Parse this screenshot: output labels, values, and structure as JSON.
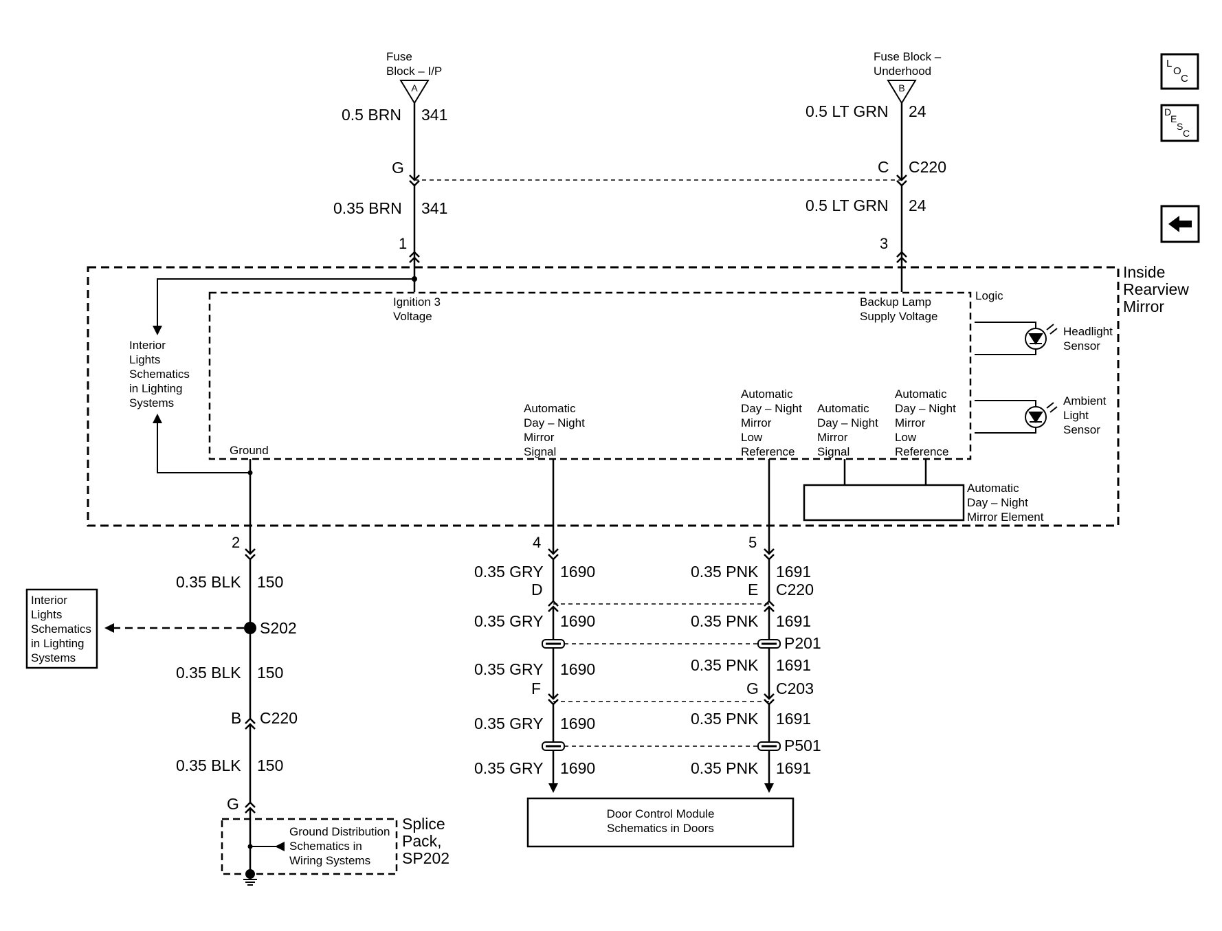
{
  "nav": {
    "loc": {
      "l": "L",
      "o": "O",
      "c": "C"
    },
    "desc": {
      "d": "D",
      "e": "E",
      "s": "S",
      "c": "C"
    }
  },
  "sources": {
    "fuse_ip": {
      "line1": "Fuse",
      "line2": "Block – I/P",
      "tag": "A"
    },
    "fuse_uh": {
      "line1": "Fuse Block –",
      "line2": "Underhood",
      "tag": "B"
    }
  },
  "wires": {
    "w1_color": "0.5 BRN",
    "w1_circuit": "341",
    "w2_color": "0.35 BRN",
    "w2_circuit": "341",
    "w3_color": "0.5 LT GRN",
    "w3_circuit": "24",
    "w4_color": "0.5 LT GRN",
    "w4_circuit": "24",
    "blk1_color": "0.35 BLK",
    "blk1_circuit": "150",
    "blk2_color": "0.35 BLK",
    "blk2_circuit": "150",
    "blk3_color": "0.35 BLK",
    "blk3_circuit": "150",
    "gry1_color": "0.35 GRY",
    "gry1_circuit": "1690",
    "gry2_color": "0.35 GRY",
    "gry2_circuit": "1690",
    "gry3_color": "0.35 GRY",
    "gry3_circuit": "1690",
    "gry4_color": "0.35 GRY",
    "gry4_circuit": "1690",
    "gry5_color": "0.35 GRY",
    "gry5_circuit": "1690",
    "pnk1_color": "0.35 PNK",
    "pnk1_circuit": "1691",
    "pnk2_color": "0.35 PNK",
    "pnk2_circuit": "1691",
    "pnk3_color": "0.35 PNK",
    "pnk3_circuit": "1691",
    "pnk4_color": "0.35 PNK",
    "pnk4_circuit": "1691",
    "pnk5_color": "0.35 PNK",
    "pnk5_circuit": "1691"
  },
  "connectors": {
    "top_left_pin": "G",
    "top_right_pin": "C",
    "top_name": "C220",
    "mirror_pin_1": "1",
    "mirror_pin_3": "3",
    "mirror_pin_2": "2",
    "mirror_pin_4": "4",
    "mirror_pin_5": "5",
    "c220_d": "D",
    "c220_e": "E",
    "c220_name": "C220",
    "p201": "P201",
    "c203_f": "F",
    "c203_g": "G",
    "c203_name": "C203",
    "p501": "P501",
    "s202": "S202",
    "c220b_pin": "B",
    "c220b_name": "C220",
    "sp_pin": "G"
  },
  "mirror": {
    "title": [
      "Inside",
      "Rearview",
      "Mirror"
    ],
    "logic": "Logic",
    "ignition": [
      "Ignition 3",
      "Voltage"
    ],
    "backup": [
      "Backup Lamp",
      "Supply Voltage"
    ],
    "headlight": [
      "Headlight",
      "Sensor"
    ],
    "ambient": [
      "Ambient",
      "Light",
      "Sensor"
    ],
    "ground": "Ground",
    "signal": [
      "Automatic",
      "Day – Night",
      "Mirror",
      "Signal"
    ],
    "lowref": [
      "Automatic",
      "Day – Night",
      "Mirror",
      "Low",
      "Reference"
    ],
    "signal2": [
      "Automatic",
      "Day – Night",
      "Mirror",
      "Signal"
    ],
    "lowref2": [
      "Automatic",
      "Day – Night",
      "Mirror",
      "Low",
      "Reference"
    ],
    "element": [
      "Automatic",
      "Day – Night",
      "Mirror Element"
    ]
  },
  "refs": {
    "interior_top": [
      "Interior",
      "Lights",
      "Schematics",
      "in Lighting",
      "Systems"
    ],
    "interior_box": [
      "Interior",
      "Lights",
      "Schematics",
      "in Lighting",
      "Systems"
    ],
    "ground_dist": [
      "Ground Distribution",
      "Schematics in",
      "Wiring Systems"
    ],
    "splice_pack": [
      "Splice",
      "Pack,",
      "SP202"
    ],
    "door_module": [
      "Door Control Module",
      "Schematics in Doors"
    ]
  }
}
